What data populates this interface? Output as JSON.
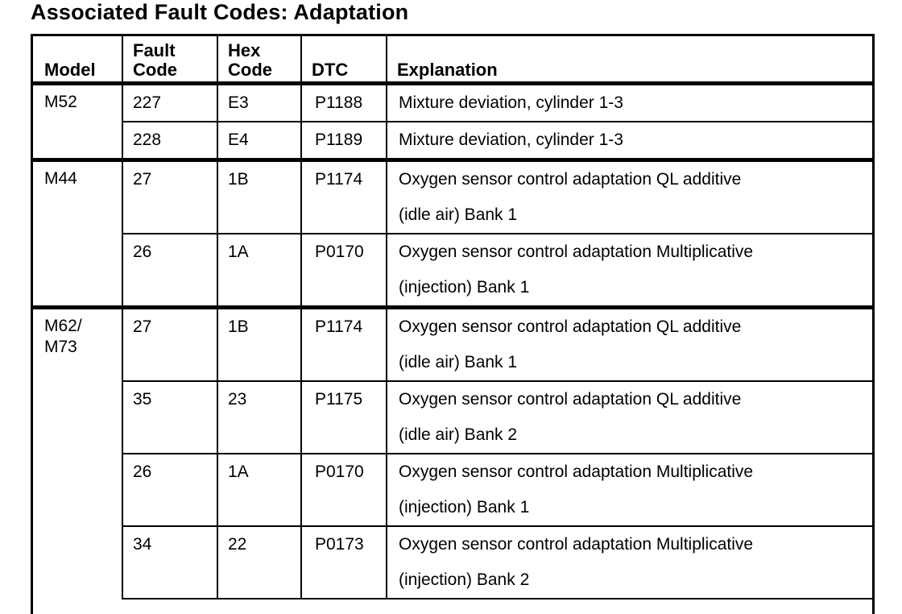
{
  "title": "Associated Fault Codes: Adaptation",
  "table": {
    "headers": {
      "model": "Model",
      "fault_line1": "Fault",
      "fault_line2": "Code",
      "hex_line1": "Hex",
      "hex_line2": "Code",
      "dtc": "DTC",
      "explanation": "Explanation"
    },
    "groups": [
      {
        "model": "M52",
        "rows": [
          {
            "fault": "227",
            "hex": "E3",
            "dtc": "P1188",
            "expl": [
              "Mixture deviation, cylinder 1-3"
            ]
          },
          {
            "fault": "228",
            "hex": "E4",
            "dtc": "P1189",
            "expl": [
              "Mixture deviation, cylinder 1-3"
            ]
          }
        ]
      },
      {
        "model": "M44",
        "rows": [
          {
            "fault": "27",
            "hex": "1B",
            "dtc": "P1174",
            "expl": [
              "Oxygen sensor control adaptation QL additive",
              "(idle air) Bank 1"
            ]
          },
          {
            "fault": "26",
            "hex": "1A",
            "dtc": "P0170",
            "expl": [
              "Oxygen sensor control adaptation Multiplicative",
              "(injection) Bank 1"
            ]
          }
        ]
      },
      {
        "model_line1": "M62/",
        "model_line2": "M73",
        "rows": [
          {
            "fault": "27",
            "hex": "1B",
            "dtc": "P1174",
            "expl": [
              "Oxygen sensor control adaptation QL additive",
              "(idle air) Bank 1"
            ]
          },
          {
            "fault": "35",
            "hex": "23",
            "dtc": "P1175",
            "expl": [
              "Oxygen sensor control adaptation QL additive",
              "(idle air) Bank 2"
            ]
          },
          {
            "fault": "26",
            "hex": "1A",
            "dtc": "P0170",
            "expl": [
              "Oxygen sensor control adaptation Multiplicative",
              "(injection) Bank 1"
            ]
          },
          {
            "fault": "34",
            "hex": "22",
            "dtc": "P0173",
            "expl": [
              "Oxygen sensor control adaptation Multiplicative",
              "(injection) Bank 2"
            ]
          }
        ]
      }
    ]
  }
}
